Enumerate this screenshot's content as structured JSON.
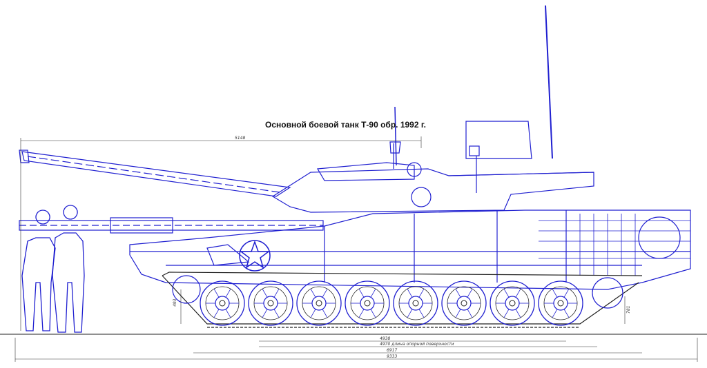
{
  "title": "Основной боевой танк Т-90 обр. 1992 г.",
  "dimensions": {
    "gun_length": "5148",
    "track_contact": "4938",
    "bearing_length": "4970  длина опорной поверхности",
    "hull_length": "6917",
    "overall_length": "9333",
    "ground_clearance": "493",
    "height_mark": "781"
  },
  "colors": {
    "overlay": "#1f1fd0",
    "base": "#222222",
    "background": "#ffffff"
  }
}
